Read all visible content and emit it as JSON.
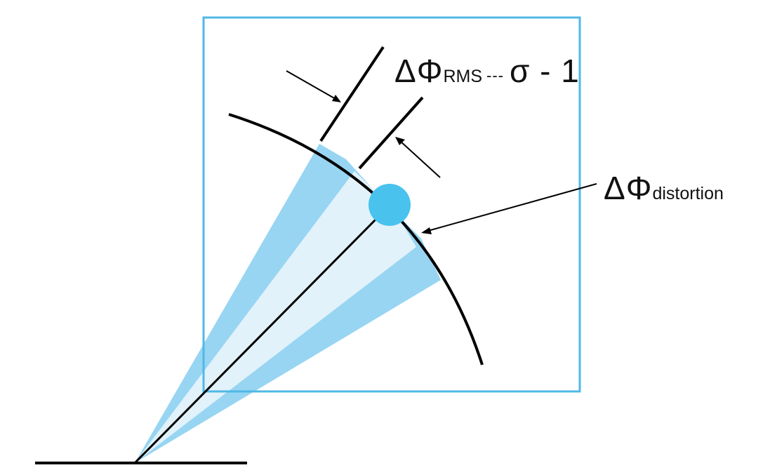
{
  "labels": {
    "rms": {
      "symbol": "ΔΦ",
      "subscript": "RMS",
      "dash": "---",
      "tail": "σ - 1"
    },
    "distortion": {
      "symbol": "ΔΦ",
      "subscript": "distortion"
    }
  },
  "colors": {
    "frame": "#4fb8e6",
    "outer_band": "#97d5f2",
    "inner_band": "#e2f2fa",
    "dot": "#49c3ee",
    "stroke": "#000000"
  }
}
